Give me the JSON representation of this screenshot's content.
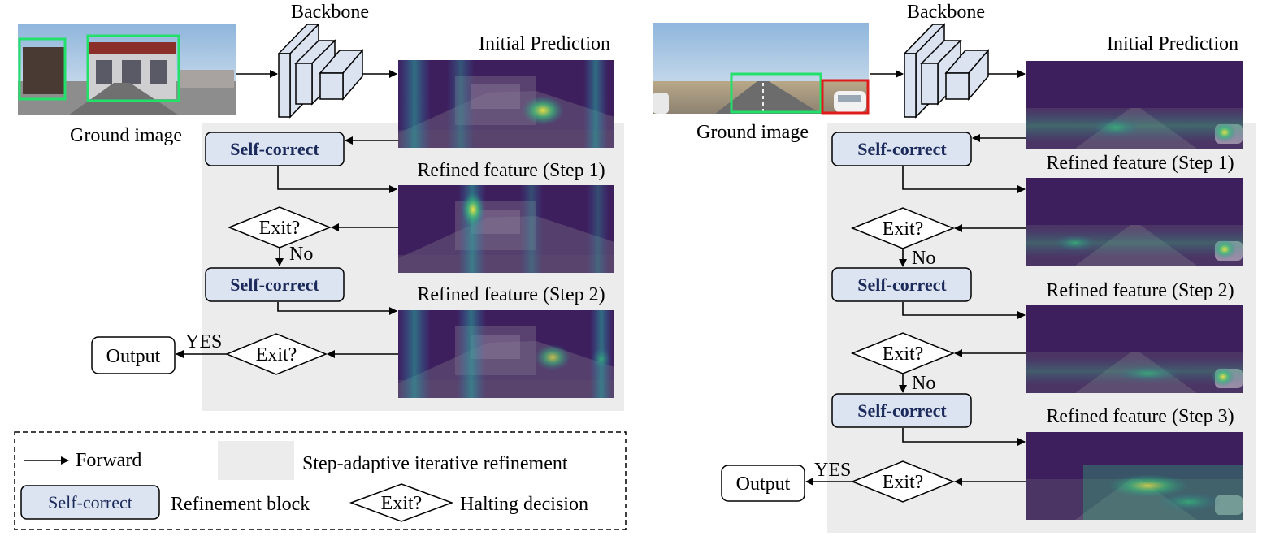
{
  "left": {
    "backbone_label": "Backbone",
    "initial_prediction_label": "Initial Prediction",
    "ground_image_label": "Ground image",
    "self_correct_label": "Self-correct",
    "refined_steps": [
      "Refined feature (Step 1)",
      "Refined feature (Step 2)"
    ],
    "exit_label": "Exit?",
    "no_label": "No",
    "yes_label": "YES",
    "output_label": "Output"
  },
  "right": {
    "backbone_label": "Backbone",
    "initial_prediction_label": "Initial Prediction",
    "ground_image_label": "Ground image",
    "self_correct_label": "Self-correct",
    "refined_steps": [
      "Refined feature (Step 1)",
      "Refined feature (Step 2)",
      "Refined feature (Step 3)"
    ],
    "exit_label": "Exit?",
    "no_label": "No",
    "yes_label": "YES",
    "output_label": "Output"
  },
  "legend": {
    "forward_label": "Forward",
    "iterative_label": "Step-adaptive iterative refinement",
    "self_correct_label": "Self-correct",
    "refinement_block_label": "Refinement block",
    "exit_label": "Exit?",
    "halting_label": "Halting decision"
  },
  "colors": {
    "panel_gray": "#ececec",
    "self_correct_fill": "#dce4f2",
    "self_correct_text": "#1b2a5a",
    "box_green": "#22e06a",
    "box_red": "#e01b1b",
    "heatmap_base": "#3d1f5e"
  }
}
